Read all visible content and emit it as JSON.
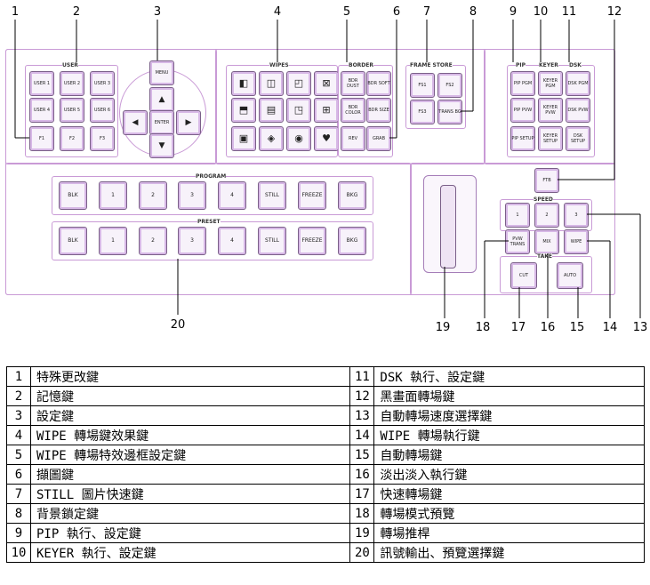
{
  "callouts": [
    "1",
    "2",
    "3",
    "4",
    "5",
    "6",
    "7",
    "8",
    "9",
    "10",
    "11",
    "12",
    "13",
    "14",
    "15",
    "16",
    "17",
    "18",
    "19",
    "20"
  ],
  "panel": {
    "user_label": "USER",
    "wipes_label": "WIPES",
    "border_label": "BORDER",
    "frame_store_label": "FRAME STORE",
    "pip_label": "PIP",
    "keyer_label": "KEYER",
    "dsk_label": "DSK",
    "program_label": "PROGRAM",
    "preset_label": "PRESET",
    "speed_label": "SPEED",
    "take_label": "TAKE",
    "user_buttons": [
      "USER 1",
      "USER 2",
      "USER 3",
      "USER 4",
      "USER 5",
      "USER 6",
      "F1",
      "F2",
      "F3"
    ],
    "menu": "MENU",
    "enter": "ENTER",
    "border_buttons": [
      "BDR DUST",
      "BDR SOFT",
      "BDR COLOR",
      "BDR SIZE",
      "REV",
      "GRAB"
    ],
    "fs_buttons": [
      "FS1",
      "FS2",
      "FS3",
      "TRANS BG"
    ],
    "pip_buttons": [
      "PIP PGM",
      "PIP PVW",
      "PIP SETUP"
    ],
    "keyer_buttons": [
      "KEYER PGM",
      "KEYER PVW",
      "KEYER SETUP"
    ],
    "dsk_buttons": [
      "DSK PGM",
      "DSK PVW",
      "DSK SETUP"
    ],
    "bus": [
      "BLK",
      "1",
      "2",
      "3",
      "4",
      "STILL",
      "FREEZE",
      "BKG"
    ],
    "ftb": "FTB",
    "speed": [
      "1",
      "2",
      "3"
    ],
    "trans": [
      "PVW TRANS",
      "MIX",
      "WIPE"
    ],
    "cut": "CUT",
    "auto": "AUTO"
  },
  "legend": [
    [
      "1",
      "特殊更改鍵",
      "11",
      "DSK 執行、設定鍵"
    ],
    [
      "2",
      "記憶鍵",
      "12",
      "黑畫面轉場鍵"
    ],
    [
      "3",
      "設定鍵",
      "13",
      "自動轉場速度選擇鍵"
    ],
    [
      "4",
      "WIPE 轉場鍵效果鍵",
      "14",
      "WIPE 轉場執行鍵"
    ],
    [
      "5",
      "WIPE 轉場特效邊框設定鍵",
      "15",
      "自動轉場鍵"
    ],
    [
      "6",
      "擷圖鍵",
      "16",
      "淡出淡入執行鍵"
    ],
    [
      "7",
      "STILL 圖片快速鍵",
      "17",
      "快速轉場鍵"
    ],
    [
      "8",
      "背景鎖定鍵",
      "18",
      "轉場模式預覽"
    ],
    [
      "9",
      "PIP 執行、設定鍵",
      "19",
      "轉場推桿"
    ],
    [
      "10",
      "KEYER 執行、設定鍵",
      "20",
      "訊號輸出、預覽選擇鍵"
    ]
  ]
}
